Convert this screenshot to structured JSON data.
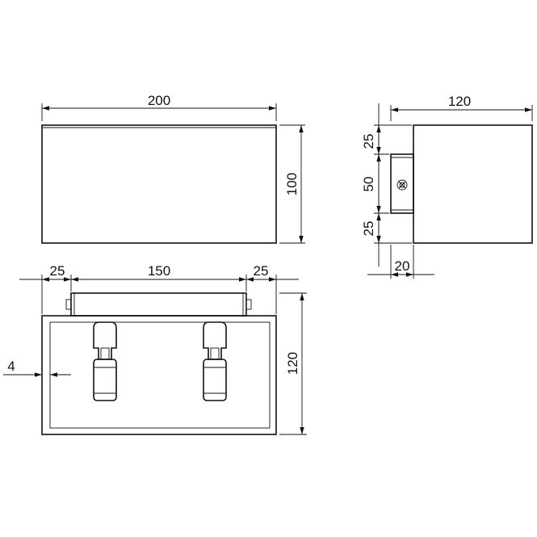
{
  "colors": {
    "line": "#111111",
    "background": "#ffffff",
    "fill_light": "#f3f3f3"
  },
  "front_view": {
    "width_label": "200",
    "height_label": "100"
  },
  "side_view": {
    "depth_label": "120",
    "top_offset_label": "25",
    "bracket_height_label": "50",
    "bottom_offset_label": "25",
    "bracket_depth_label": "20"
  },
  "bottom_view": {
    "left_margin_label": "25",
    "bracket_width_label": "150",
    "right_margin_label": "25",
    "wall_thickness_label": "4",
    "depth_label": "120"
  }
}
